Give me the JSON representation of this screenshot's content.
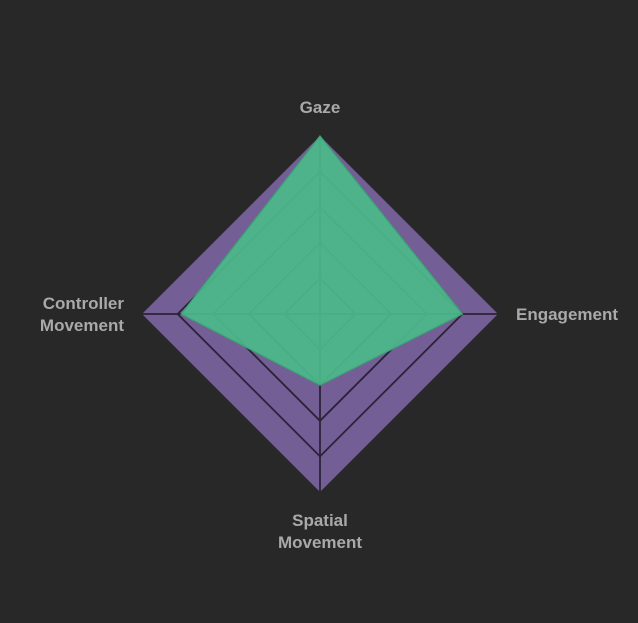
{
  "chart_data": {
    "type": "radar",
    "axes": [
      {
        "label_lines": [
          "Gaze"
        ]
      },
      {
        "label_lines": [
          "Engagement"
        ]
      },
      {
        "label_lines": [
          "Spatial",
          "Movement"
        ]
      },
      {
        "label_lines": [
          "Controller",
          "Movement"
        ]
      }
    ],
    "range": [
      0,
      1
    ],
    "rings": 5,
    "grid": true,
    "background_fill": 1.0,
    "values": [
      1.0,
      0.8,
      0.4,
      0.78
    ],
    "colors": {
      "background": "#282828",
      "frame_fill": "#735e96",
      "grid_line": "#2c2238",
      "data_fill": "#4bb98a",
      "data_stroke": "#3aa474",
      "label": "#a9a9a9"
    }
  }
}
